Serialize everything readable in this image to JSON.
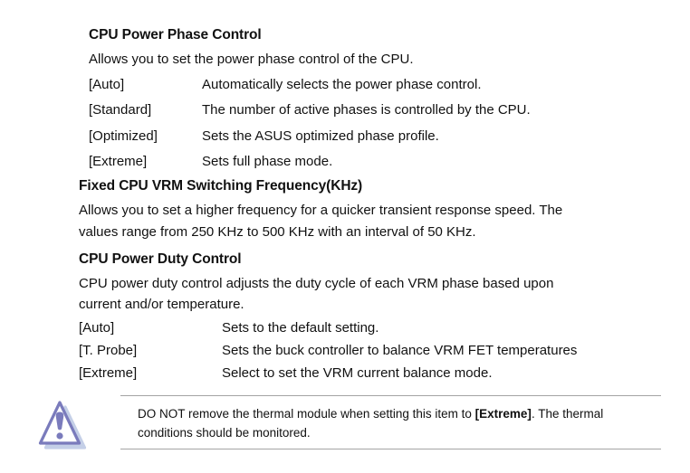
{
  "page": {
    "background": "#ffffff",
    "text_color": "#111111",
    "rule_color": "#a4a4a4"
  },
  "sections": [
    {
      "heading": "CPU Power Phase Control",
      "intro_lines": [
        "Allows you to set the power phase control of the CPU."
      ],
      "options": [
        {
          "term": "[Auto]",
          "desc": "Automatically selects the power phase control."
        },
        {
          "term": "[Standard]",
          "desc": "The number of active phases is controlled by the CPU."
        },
        {
          "term": "[Optimized]",
          "desc": "Sets the ASUS optimized phase profile."
        },
        {
          "term": "[Extreme]",
          "desc": "Sets full phase mode."
        }
      ]
    },
    {
      "heading": "Fixed CPU VRM Switching Frequency(KHz)",
      "intro_lines": [
        "Allows you to set a higher frequency for a quicker transient response speed. The",
        "values range from 250 KHz to 500 KHz with an interval of 50 KHz."
      ],
      "options": []
    },
    {
      "heading": "CPU Power Duty Control",
      "intro_lines": [
        "CPU power duty control adjusts the duty cycle of each VRM phase based upon",
        "current and/or temperature."
      ],
      "options": [
        {
          "term": "[Auto]",
          "desc": "Sets to the default setting."
        },
        {
          "term": "[T. Probe]",
          "desc": "Sets the buck controller to balance VRM FET temperatures"
        },
        {
          "term": "[Extreme]",
          "desc": "Select to set the VRM current balance mode."
        }
      ]
    }
  ],
  "note": {
    "text_before": "DO NOT remove the thermal module when setting this item to ",
    "bold_text": "[Extreme]",
    "text_after": ". The thermal conditions should be monitored.",
    "icon": "warning-triangle-icon",
    "icon_color": "#7a7bbc",
    "icon_shadow_color": "#c4cfe7"
  }
}
